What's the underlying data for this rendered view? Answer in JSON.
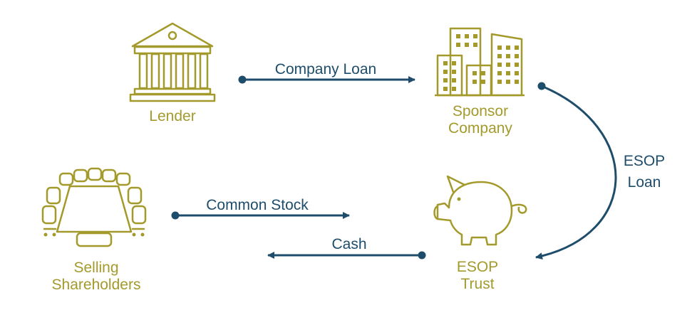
{
  "colors": {
    "olive": "#A49A2C",
    "navy": "#1E4D6B",
    "background": "#FFFFFF"
  },
  "nodes": {
    "lender": {
      "label": "Lender",
      "icon": "bank-building-icon"
    },
    "sponsor": {
      "label_line1": "Sponsor",
      "label_line2": "Company",
      "icon": "office-buildings-icon"
    },
    "selling": {
      "label_line1": "Selling",
      "label_line2": "Shareholders",
      "icon": "conference-table-icon"
    },
    "esop": {
      "label_line1": "ESOP",
      "label_line2": "Trust",
      "icon": "piggy-bank-icon"
    }
  },
  "edges": {
    "company_loan": "Company Loan",
    "esop_loan_line1": "ESOP",
    "esop_loan_line2": "Loan",
    "common_stock": "Common Stock",
    "cash": "Cash"
  }
}
